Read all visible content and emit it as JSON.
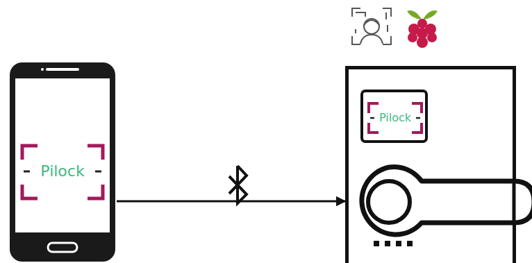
{
  "diagram": {
    "nodes": [
      {
        "text": [
          "Pilock"
        ]
      },
      {
        "text": [
          "Pilock"
        ]
      }
    ],
    "edges": [
      {
        "from": 0,
        "to": 1,
        "arrow": "to"
      }
    ]
  }
}
